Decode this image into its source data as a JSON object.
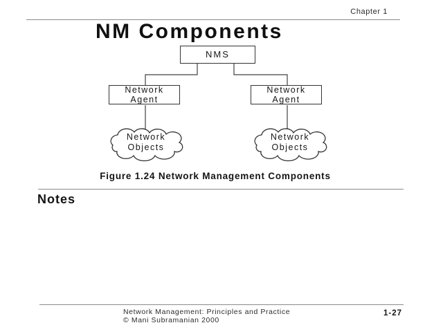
{
  "page": {
    "chapter": "Chapter 1",
    "title": "NM Components",
    "caption": "Figure 1.24 Network Management Components",
    "notes_heading": "Notes"
  },
  "diagram": {
    "nms": {
      "label": "NMS"
    },
    "agents": [
      {
        "label": "Network\nAgent"
      },
      {
        "label": "Network\nAgent"
      }
    ],
    "clouds": [
      {
        "label": "Network\nObjects"
      },
      {
        "label": "Network\nObjects"
      }
    ]
  },
  "footer": {
    "citation_line1": "Network Management: Principles and Practice",
    "citation_line2": "©  Mani Subramanian 2000",
    "page_number": "1-27"
  },
  "colors": {
    "background": "#ffffff",
    "text": "#1a1a1a",
    "rule": "#8a8a8a",
    "diagram_line": "#404040",
    "box_border": "#333333"
  }
}
